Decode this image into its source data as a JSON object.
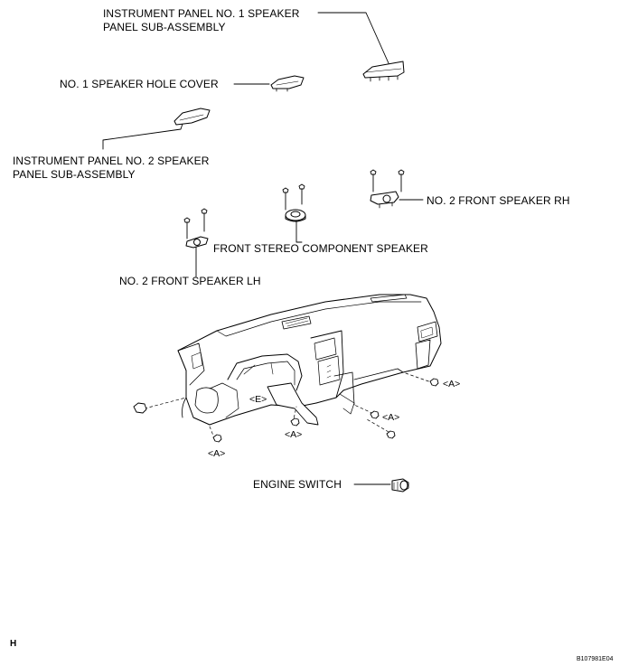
{
  "labels": {
    "ip_no1_speaker_panel_line1": "INSTRUMENT PANEL NO. 1 SPEAKER",
    "ip_no1_speaker_panel_line2": "PANEL SUB-ASSEMBLY",
    "no1_speaker_hole_cover": "NO. 1 SPEAKER HOLE COVER",
    "ip_no2_speaker_panel_line1": "INSTRUMENT PANEL NO. 2 SPEAKER",
    "ip_no2_speaker_panel_line2": "PANEL SUB-ASSEMBLY",
    "no2_front_speaker_rh": "NO. 2 FRONT SPEAKER RH",
    "front_stereo_component_speaker": "FRONT STEREO COMPONENT SPEAKER",
    "no2_front_speaker_lh": "NO. 2 FRONT SPEAKER LH",
    "engine_switch": "ENGINE SWITCH"
  },
  "callouts": {
    "a1": "<A>",
    "a2": "<A>",
    "a3": "<A>",
    "a4": "<A>",
    "e": "<E>"
  },
  "corner_letter": "H",
  "figure_code": "B107981E04"
}
